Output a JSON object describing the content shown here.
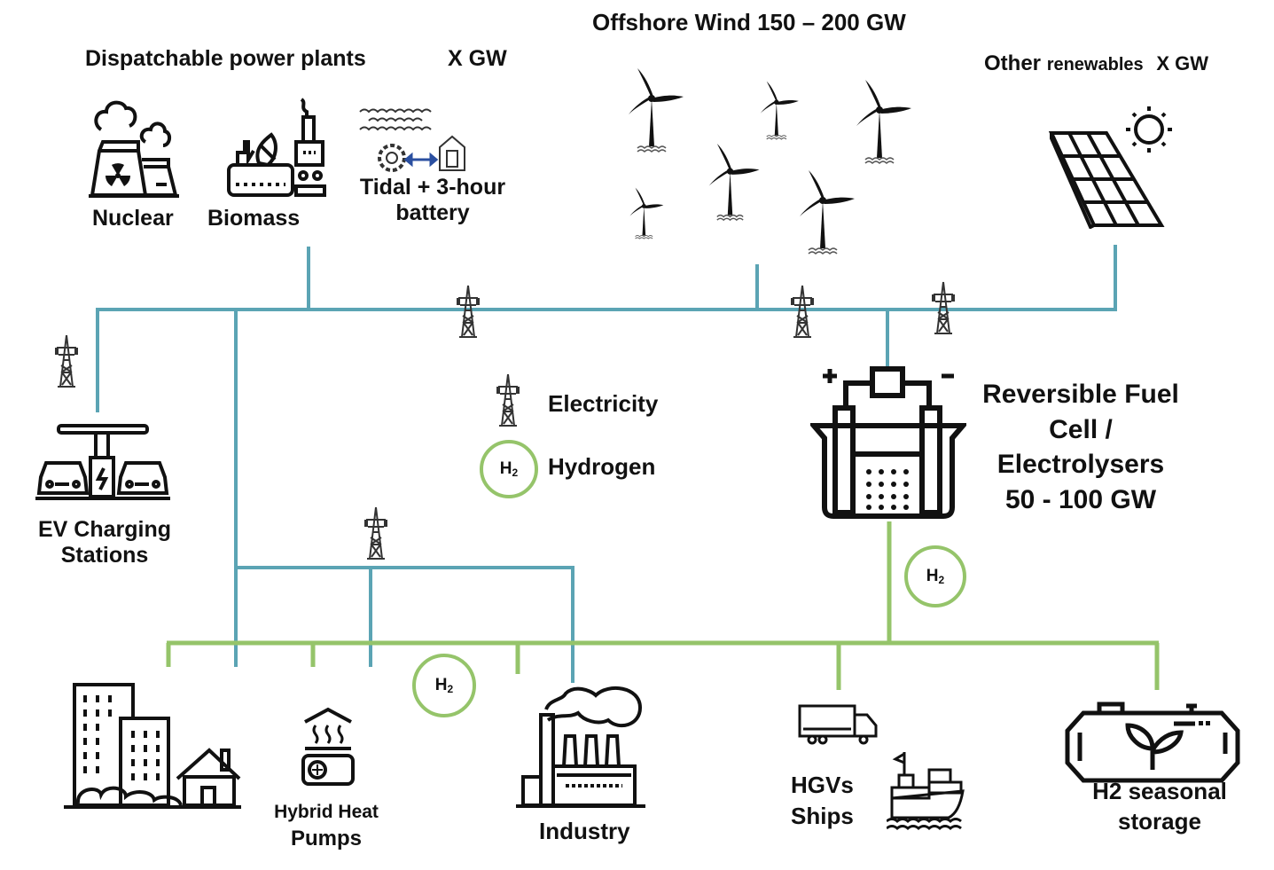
{
  "colors": {
    "electricity_line": "#5ba4b4",
    "hydrogen_line": "#95c46a",
    "icon_stroke": "#111111"
  },
  "headers": {
    "dispatchable": "Dispatchable power plants",
    "dispatchable_capacity": "X GW",
    "offshore_wind": "Offshore Wind 150 – 200 GW",
    "other_renewables_a": "Other",
    "other_renewables_b": "renewables",
    "other_renewables_capacity": "X GW"
  },
  "generation": {
    "nuclear": "Nuclear",
    "biomass": "Biomass",
    "tidal_line1": "Tidal + 3-hour",
    "tidal_line2": "battery"
  },
  "legend": {
    "electricity": "Electricity",
    "hydrogen": "Hydrogen",
    "h2_symbol": "H",
    "h2_subscript": "2"
  },
  "fuel_cell": {
    "line1": "Reversible Fuel",
    "line2": "Cell /",
    "line3": "Electrolysers",
    "line4": "50 - 100 GW"
  },
  "consumers": {
    "ev_line1": "EV Charging",
    "ev_line2": "Stations",
    "heat_pump_line1": "Hybrid Heat",
    "heat_pump_line2": "Pumps",
    "industry": "Industry",
    "hgvs": "HGVs",
    "ships": "Ships",
    "storage_line1": "H2 seasonal",
    "storage_line2": "storage"
  }
}
